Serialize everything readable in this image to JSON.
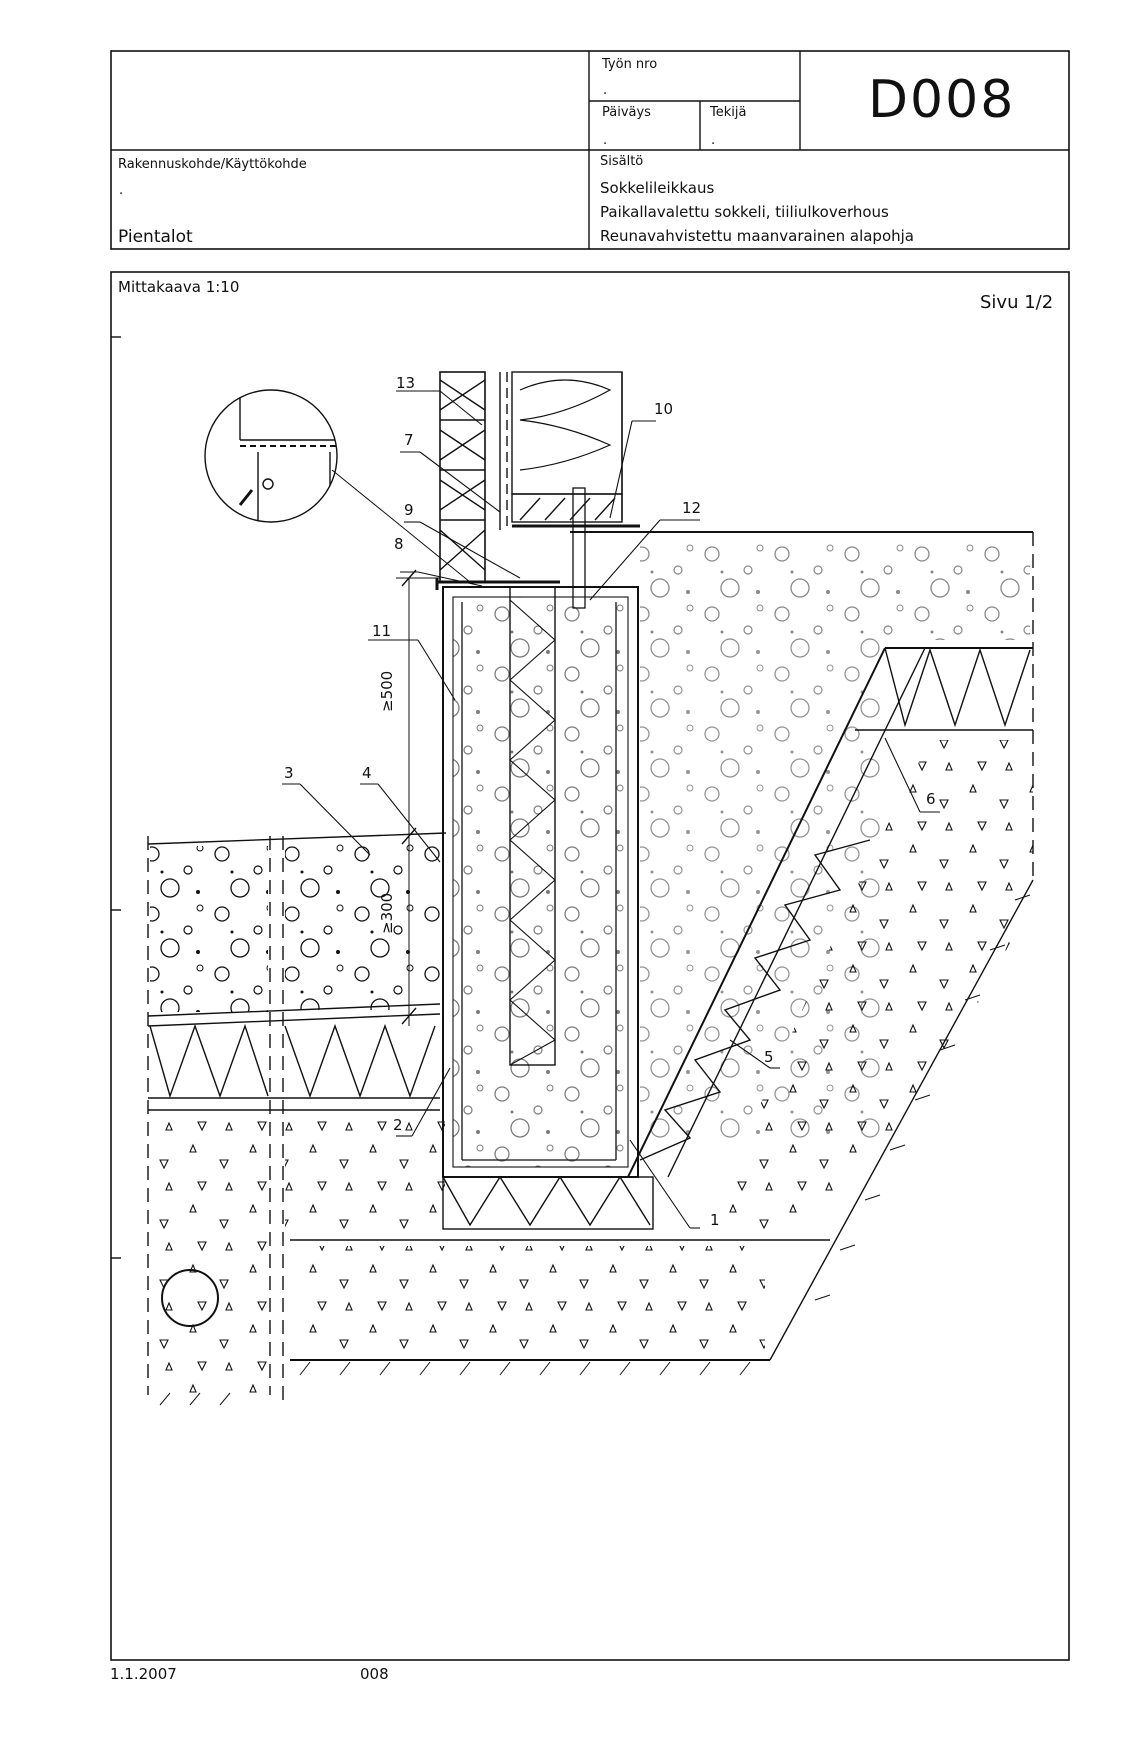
{
  "title_block": {
    "job_no_label": "Työn nro",
    "job_no_value": ".",
    "date_label": "Päiväys",
    "date_value": ".",
    "author_label": "Tekijä",
    "author_value": ".",
    "drawing_code": "D008",
    "project_label": "Rakennuskohde/Käyttökohde",
    "project_value": ".",
    "project_name": "Pientalot",
    "content_label": "Sisältö",
    "content_lines": [
      "Sokkelileikkaus",
      "Paikallavalettu sokkeli, tiiliulkoverhous",
      "Reunavahvistettu maanvarainen alapohja"
    ]
  },
  "drawing": {
    "scale": "Mittakaava 1:10",
    "page": "Sivu 1/2",
    "callouts": [
      "1",
      "2",
      "3",
      "4",
      "5",
      "6",
      "7",
      "8",
      "9",
      "10",
      "11",
      "12",
      "13"
    ],
    "dimensions": [
      "≥500",
      "≥300"
    ]
  },
  "footer": {
    "date": "1.1.2007",
    "code": "008"
  },
  "colors": {
    "line": "#111111",
    "background": "#ffffff"
  }
}
